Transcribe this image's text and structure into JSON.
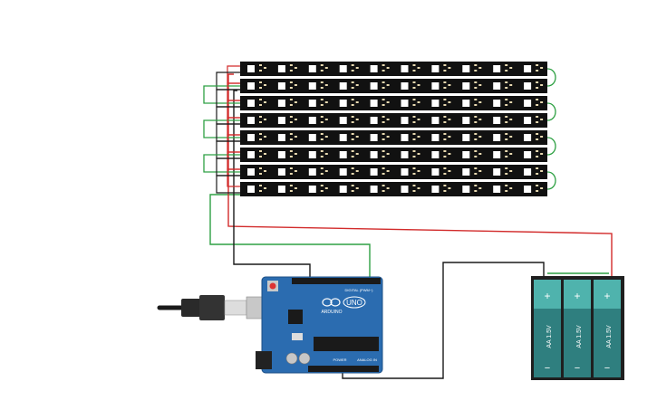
{
  "circuit": {
    "strips": {
      "rows": 8,
      "pixels_per_row": 10,
      "strip_color": "#111111",
      "led_color": "#ffffff",
      "pad_color": "#e8d9b0"
    },
    "arduino": {
      "board_color": "#2b6cb0",
      "logo_text": "ARDUINO",
      "model_text": "UNO",
      "digital_header_text": "DIGITAL (PWM~)",
      "power_header_text": "POWER",
      "analog_header_text": "ANALOG IN"
    },
    "battery_pack": {
      "cell_count": 3,
      "cell_label": "AA 1.5V",
      "plus_sign": "+",
      "minus_sign": "−",
      "cell_color": "#2f7f7f",
      "cap_color": "#4fb3ad"
    },
    "usb": {
      "cable_color": "#1a1a1a"
    },
    "wires": {
      "data_color": "#2ea043",
      "power_color": "#d22b2b",
      "ground_color": "#1a1a1a"
    }
  }
}
